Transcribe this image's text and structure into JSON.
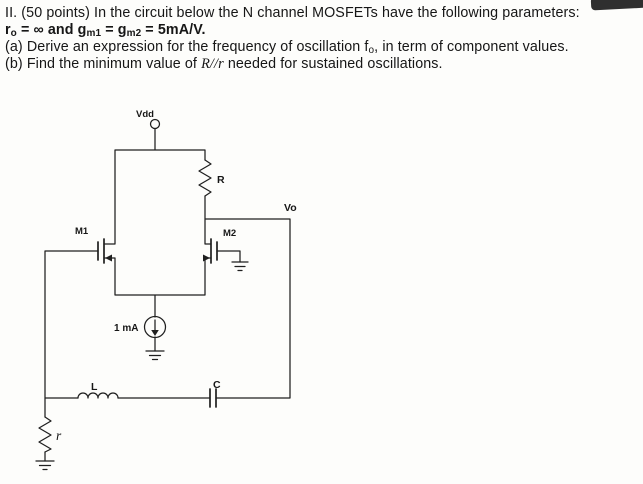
{
  "colors": {
    "ink": "#1f1f1f",
    "paper": "#fdfdfb"
  },
  "document": {
    "line1": "II. (50 points) In the circuit below the N channel MOSFETs have the following parameters:",
    "line2": {
      "p1": "r",
      "s1": "o",
      "p2": " = ∞ and g",
      "s2": "m1",
      "p3": " = g",
      "s3": "m2",
      "p4": " = 5mA/V."
    },
    "line3": {
      "p1": "(a) Derive an expression for the frequency of oscillation f",
      "s1": "o",
      "p2": ", in term of component values."
    },
    "line4": {
      "p1": "(b) Find the minimum value of ",
      "sym1": "R",
      "sym2": "//",
      "sym3": "r",
      "p2": " needed for sustained oscillations."
    }
  },
  "circuit": {
    "vdd_label": "Vdd",
    "resistor_R_label": "R",
    "output_label": "Vo",
    "m1_label": "M1",
    "m2_label": "M2",
    "current_source_label": "1 mA",
    "inductor_label": "L",
    "capacitor_label": "C",
    "resistor_r_label": "r"
  }
}
